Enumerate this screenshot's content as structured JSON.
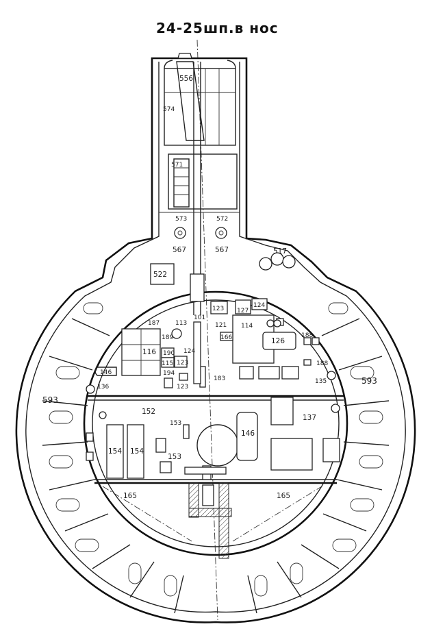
{
  "title": "24-25шп.в нос",
  "labels": {
    "l556": "556",
    "l574": "574",
    "l571": "571",
    "l573": "573",
    "l572": "572",
    "l567a": "567",
    "l567b": "567",
    "l517": "517",
    "l522": "522",
    "l123a": "123",
    "l124a": "124",
    "l127": "127",
    "l101": "101",
    "l121": "121",
    "l187": "187",
    "l113": "113",
    "l114": "114",
    "l166": "166",
    "l126": "126",
    "l188a": "188",
    "l188b": "188",
    "l189": "189",
    "l116": "116",
    "l190": "190",
    "l124b": "124",
    "l123b": "123",
    "l115": "115",
    "l194": "194",
    "l123c": "123",
    "l183": "183",
    "l146a": "146",
    "l136": "136",
    "l135": "135",
    "l593a": "593",
    "l593b": "593",
    "l152": "152",
    "l153a": "153",
    "l137": "137",
    "l146b": "146",
    "l154a": "154",
    "l154b": "154",
    "l153b": "153",
    "l165a": "165",
    "l165b": "165"
  }
}
